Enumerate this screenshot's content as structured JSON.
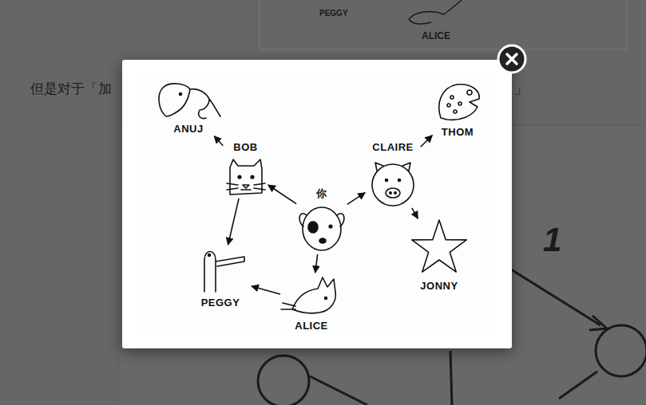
{
  "diagram": {
    "nodes": [
      {
        "text": [
          "ANUJ"
        ]
      },
      {
        "text": [
          "THOM"
        ]
      },
      {
        "text": [
          "BOB"
        ]
      },
      {
        "text": [
          "CLAIRE"
        ]
      },
      {
        "text": [
          "你"
        ]
      },
      {
        "text": [
          "JONNY"
        ]
      },
      {
        "text": [
          "PEGGY"
        ]
      },
      {
        "text": [
          "ALICE"
        ]
      }
    ],
    "edges": [
      {
        "from": 4,
        "to": 2,
        "arrow": "to"
      },
      {
        "from": 4,
        "to": 3,
        "arrow": "to"
      },
      {
        "from": 4,
        "to": 7,
        "arrow": "to"
      },
      {
        "from": 2,
        "to": 0,
        "arrow": "to"
      },
      {
        "from": 2,
        "to": 6,
        "arrow": "to"
      },
      {
        "from": 3,
        "to": 1,
        "arrow": "to"
      },
      {
        "from": 3,
        "to": 5,
        "arrow": "to"
      },
      {
        "from": 7,
        "to": 6,
        "arrow": "to"
      }
    ],
    "labels": [
      "PEGGY",
      "ALICE",
      "但是对于「加",
      "」",
      "1"
    ]
  }
}
